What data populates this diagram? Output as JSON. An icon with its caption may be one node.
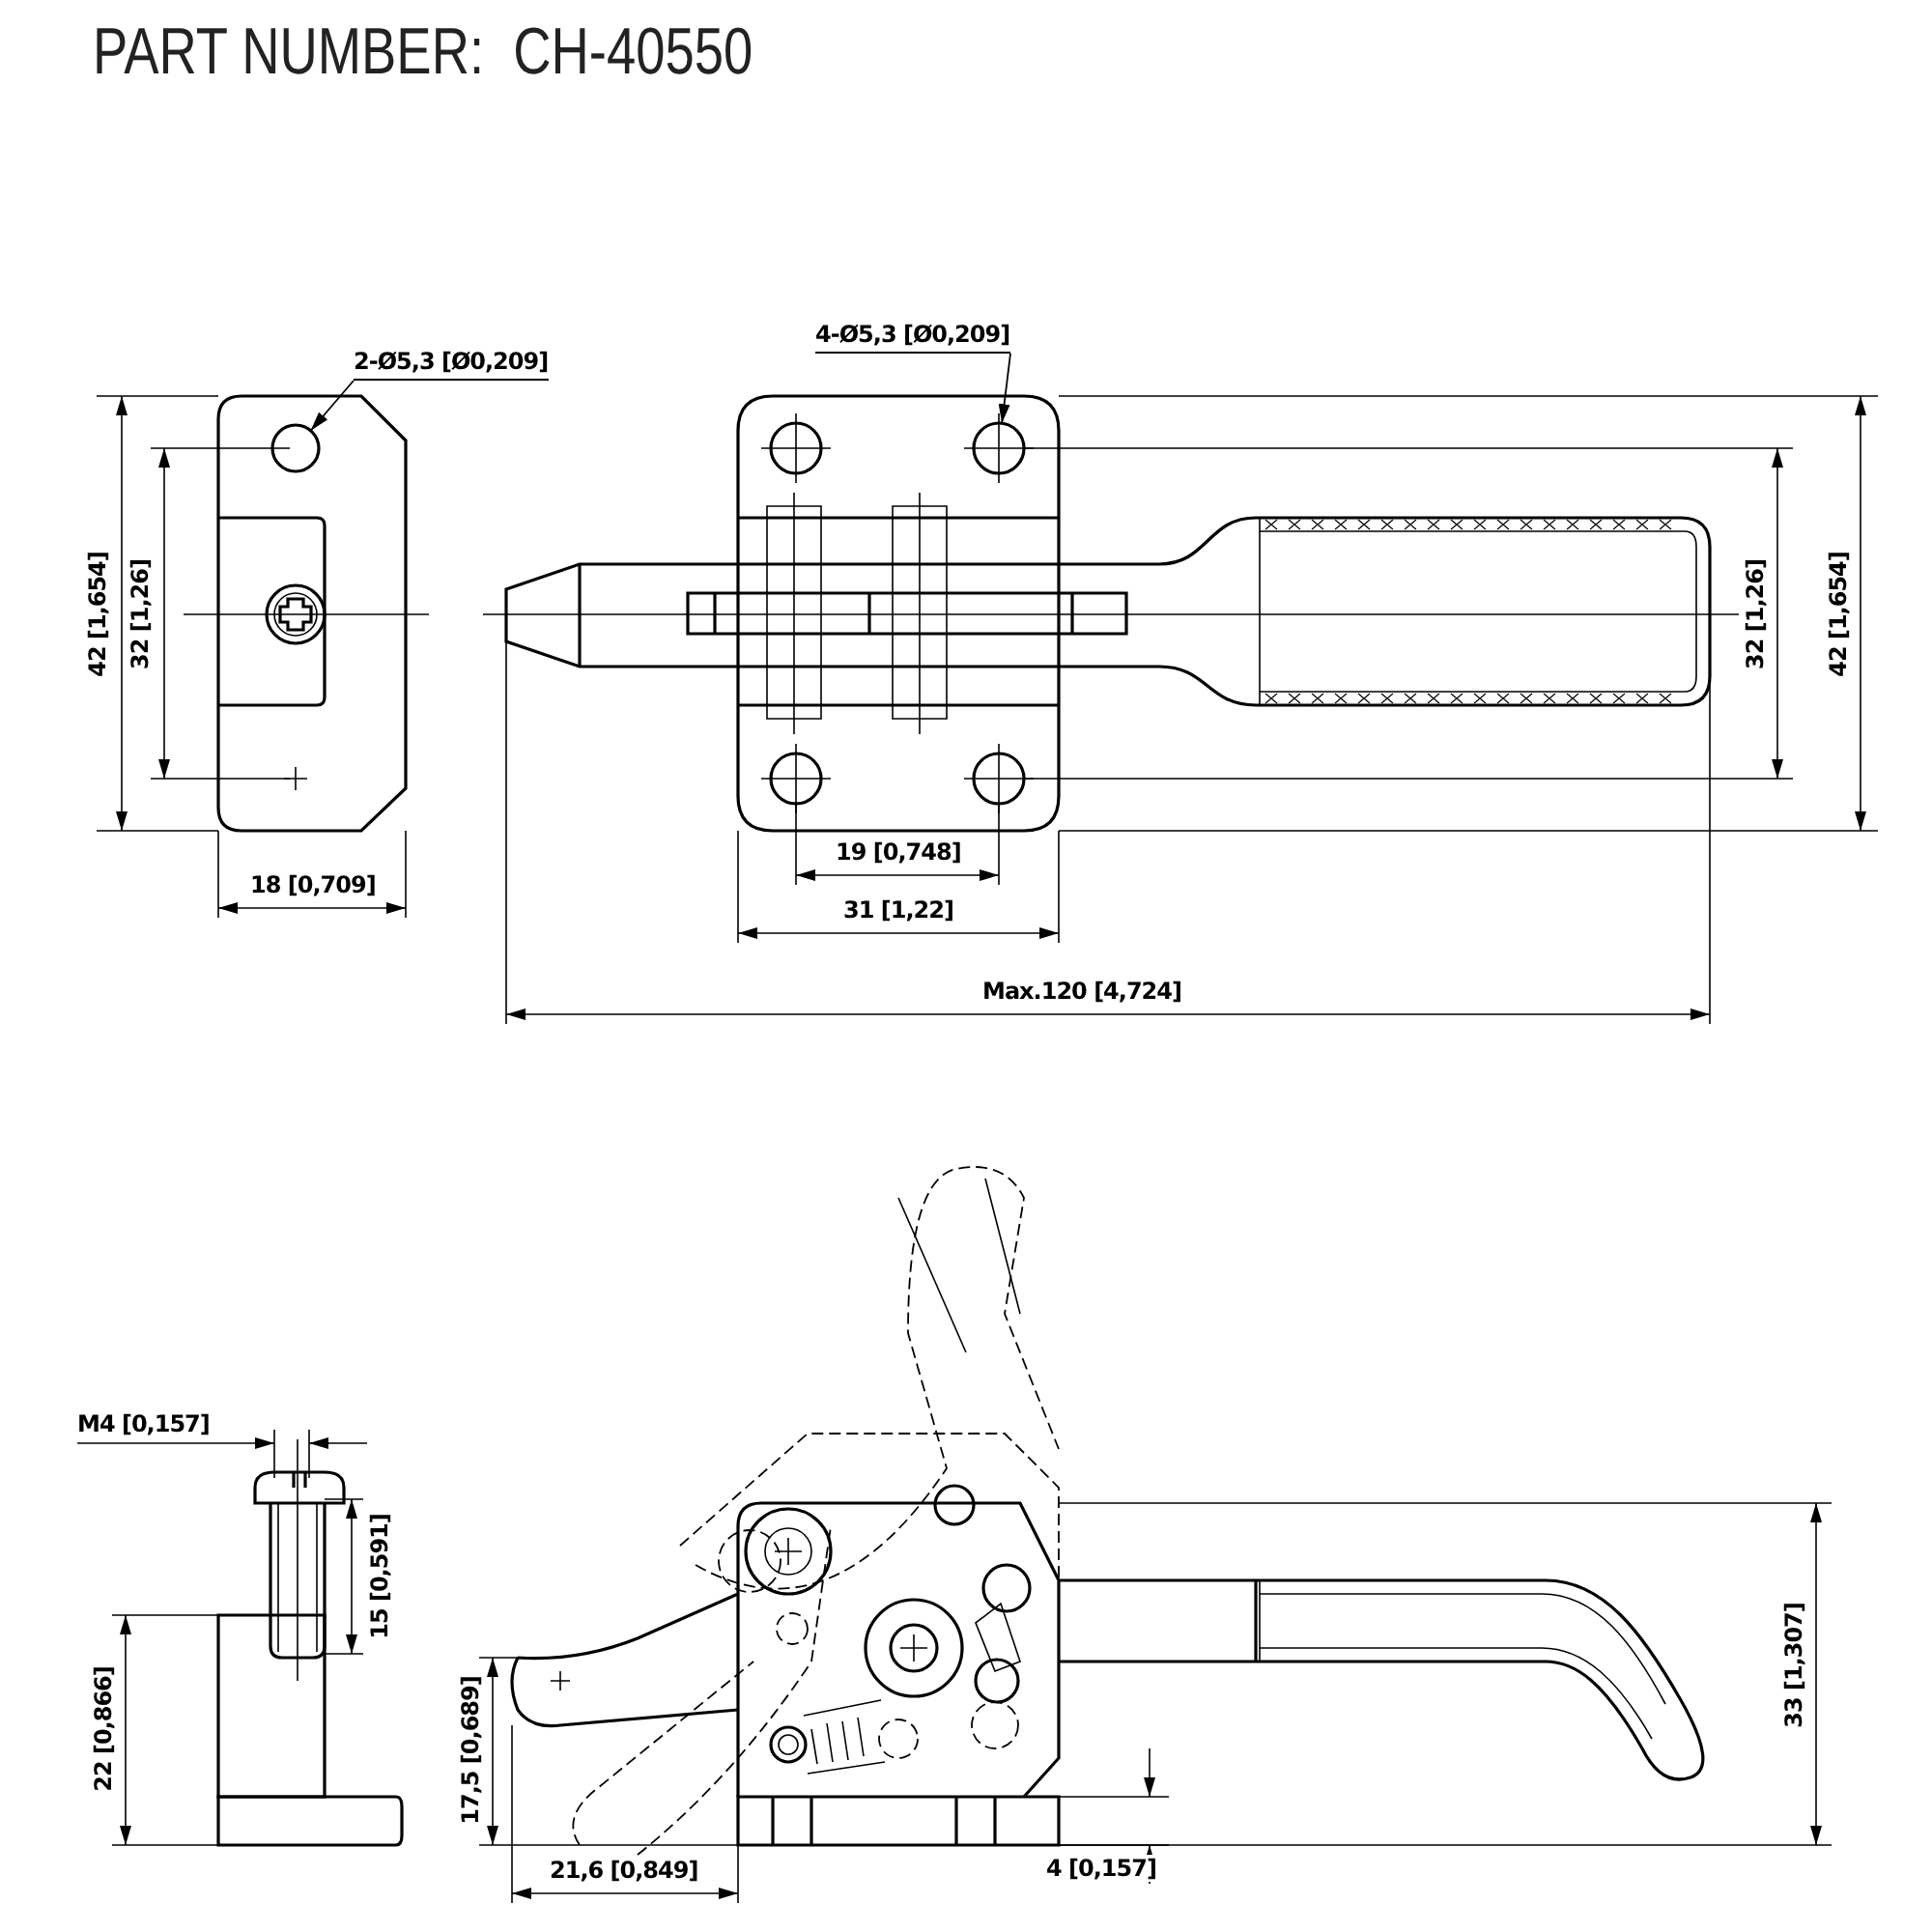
{
  "diagram": {
    "title": "PART NUMBER:  CH-40550",
    "nodes": [
      {
        "text": [
          "2-Ø5,3 [Ø0,209]"
        ]
      },
      {
        "text": [],
        "shape": "circle"
      },
      {
        "text": [
          "4-Ø5,3 [Ø0,209]"
        ]
      },
      {
        "text": [],
        "shape": "circle"
      }
    ],
    "edges": [
      {
        "from": 0,
        "to": 1,
        "arrow": "to"
      },
      {
        "from": 2,
        "to": 3,
        "arrow": "to"
      }
    ],
    "labels": [
      "42 [1,654]",
      "32 [1,26]",
      "18 [0,709]",
      "19 [0,748]",
      "31 [1,22]",
      "32 [1,26]",
      "42 [1,654]",
      "Max.120 [4,724]",
      "M4 [0,157]",
      "15 [0,591]",
      "22 [0,866]",
      "17,5 [0,689]",
      "33 [1,307]",
      "21,6 [0,849]",
      "4 [0,157]"
    ]
  }
}
